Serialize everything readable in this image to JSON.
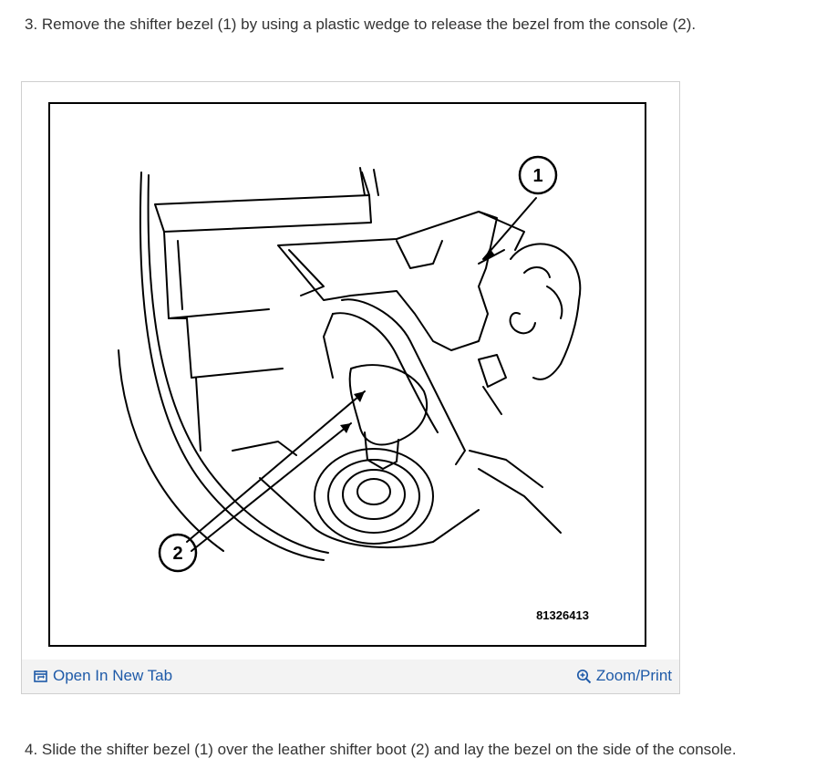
{
  "steps": {
    "step3": "3. Remove the shifter bezel (1) by using a plastic wedge to release the bezel from the console (2).",
    "step4": "4. Slide the shifter bezel (1) over the leather shifter boot (2) and lay the bezel on the side of the console."
  },
  "figure": {
    "callout_1": "1",
    "callout_2": "2",
    "figure_id": "81326413",
    "open_tab_label": "Open In New Tab",
    "zoom_label": "Zoom/Print",
    "link_color": "#1e5aa8"
  }
}
